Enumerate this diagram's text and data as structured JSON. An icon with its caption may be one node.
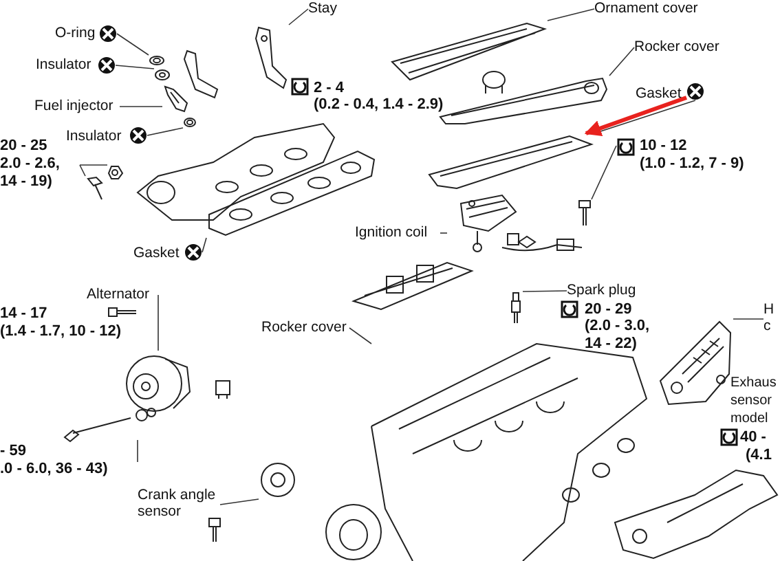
{
  "diagram": {
    "nodes": [
      {
        "text": [
          "Stay"
        ]
      },
      {
        "text": [
          "Ornament cover"
        ]
      },
      {
        "text": [
          "O-ring"
        ]
      },
      {
        "text": [
          "Insulator"
        ]
      },
      {
        "text": [
          "Rocker cover"
        ]
      },
      {
        "text": [
          "Fuel injector"
        ]
      },
      {
        "text": [
          "Gasket"
        ]
      },
      {
        "text": [
          "Insulator"
        ]
      },
      {
        "text": [
          "20 - 25",
          "2.0 - 2.6, 14 - 19)"
        ]
      },
      {
        "text": [
          "10 - 12",
          "(1.0 - 1.2, 7 - 9)"
        ]
      },
      {
        "text": [
          "Ignition coil"
        ]
      },
      {
        "text": [
          "Gasket"
        ]
      },
      {
        "text": [
          "Alternator"
        ]
      },
      {
        "text": [
          "Rocker cover"
        ]
      },
      {
        "text": [
          "Spark plug"
        ]
      },
      {
        "text": [
          "H c"
        ]
      },
      {
        "text": [
          "- 59",
          ".0 - 6.0, 36 - 43)"
        ]
      },
      {
        "text": [
          "Crank angle sensor"
        ]
      },
      {
        "text": [],
        "shape": "picture"
      },
      {
        "text": [],
        "shape": "picture"
      },
      {
        "text": [],
        "shape": "circle"
      },
      {
        "text": [],
        "shape": "picture"
      },
      {
        "text": [],
        "shape": "picture"
      },
      {
        "text": [],
        "shape": "circle"
      },
      {
        "text": [],
        "shape": "picture"
      },
      {
        "text": [],
        "shape": "picture"
      },
      {
        "text": [],
        "shape": "picture"
      },
      {
        "text": [],
        "shape": "picture"
      },
      {
        "text": [],
        "shape": "picture"
      },
      {
        "text": [],
        "shape": "picture"
      },
      {
        "text": [],
        "shape": "picture"
      },
      {
        "text": [],
        "shape": "picture"
      },
      {
        "text": [],
        "shape": "picture"
      },
      {
        "text": [],
        "shape": "picture"
      },
      {
        "text": [],
        "shape": "picture"
      },
      {
        "text": [],
        "shape": "picture"
      },
      {
        "text": [],
        "shape": "picture"
      },
      {
        "text": [],
        "shape": "picture"
      }
    ],
    "edges": [
      {
        "from": 0,
        "to": 18,
        "arrow": "none"
      },
      {
        "from": 1,
        "to": 19,
        "arrow": "none"
      },
      {
        "from": 2,
        "to": 20,
        "arrow": "none"
      },
      {
        "from": 3,
        "to": 21,
        "arrow": "none"
      },
      {
        "from": 4,
        "to": 26,
        "arrow": "none"
      },
      {
        "from": 5,
        "to": 22,
        "arrow": "none"
      },
      {
        "from": 6,
        "to": 27,
        "arrow": "none"
      },
      {
        "from": 6,
        "to": 27,
        "arrow": "to",
        "style": "thick",
        "color": "#e8221e"
      },
      {
        "from": 7,
        "to": 23,
        "arrow": "none"
      },
      {
        "from": 8,
        "to": 29,
        "arrow": "none"
      },
      {
        "from": 8,
        "to": 30,
        "arrow": "none"
      },
      {
        "from": 9,
        "to": 28,
        "arrow": "none"
      },
      {
        "from": 10,
        "to": 31,
        "arrow": "none"
      },
      {
        "from": 11,
        "to": 25,
        "arrow": "none"
      },
      {
        "from": 12,
        "to": 32,
        "arrow": "none"
      },
      {
        "from": 13,
        "to": 33,
        "arrow": "none"
      },
      {
        "from": 14,
        "to": 34,
        "arrow": "none"
      },
      {
        "from": 15,
        "to": 35,
        "arrow": "none"
      },
      {
        "from": 16,
        "to": 36,
        "arrow": "none"
      },
      {
        "from": 17,
        "to": 37,
        "arrow": "none"
      }
    ],
    "labels": [
      "2 - 4",
      "(0.2 - 0.4, 1.4 - 2.9)",
      "14 - 17",
      "(1.4 - 1.7, 10 - 12)",
      "20 - 29",
      "(2.0 - 3.0, 14 - 22)",
      "Exhaus sensor model",
      "40 -",
      "(4.1"
    ]
  }
}
